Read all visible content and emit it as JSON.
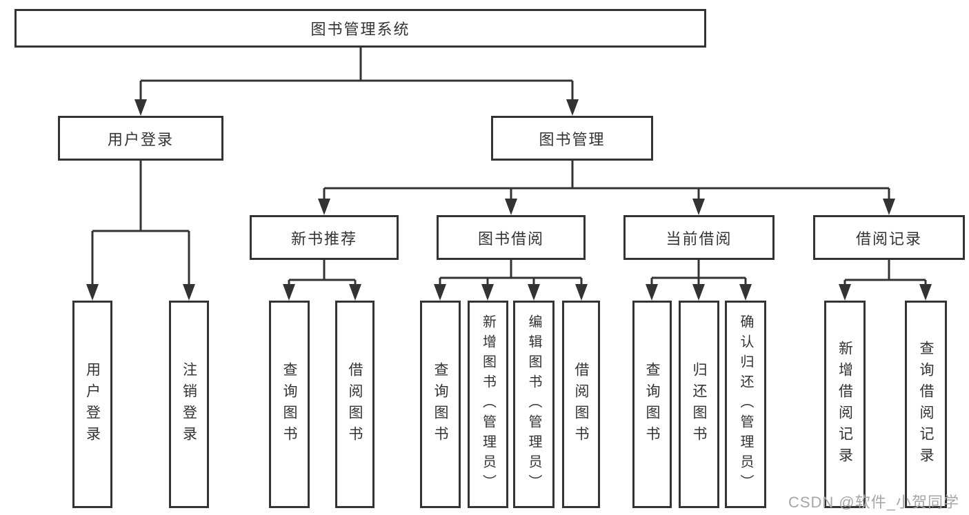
{
  "tree": {
    "root": "图书管理系统",
    "branches": [
      {
        "label": "用户登录",
        "children": [
          {
            "label": "用户登录"
          },
          {
            "label": "注销登录"
          }
        ]
      },
      {
        "label": "图书管理",
        "groups": [
          {
            "label": "新书推荐",
            "children": [
              {
                "label": "查询图书"
              },
              {
                "label": "借阅图书"
              }
            ]
          },
          {
            "label": "图书借阅",
            "children": [
              {
                "label": "查询图书"
              },
              {
                "label": "新增图书（管理员）"
              },
              {
                "label": "编辑图书（管理员）"
              },
              {
                "label": "借阅图书"
              }
            ]
          },
          {
            "label": "当前借阅",
            "children": [
              {
                "label": "查询图书"
              },
              {
                "label": "归还图书"
              },
              {
                "label": "确认归还（管理员）"
              }
            ]
          },
          {
            "label": "借阅记录",
            "children": [
              {
                "label": "新增借阅记录"
              },
              {
                "label": "查询借阅记录"
              }
            ]
          }
        ]
      }
    ]
  },
  "watermark": "CSDN @软件_小贺同学",
  "colors": {
    "line": "#333333",
    "box_border": "#333333",
    "text": "#333333",
    "background": "#ffffff",
    "watermark": "#a6a6a6"
  }
}
